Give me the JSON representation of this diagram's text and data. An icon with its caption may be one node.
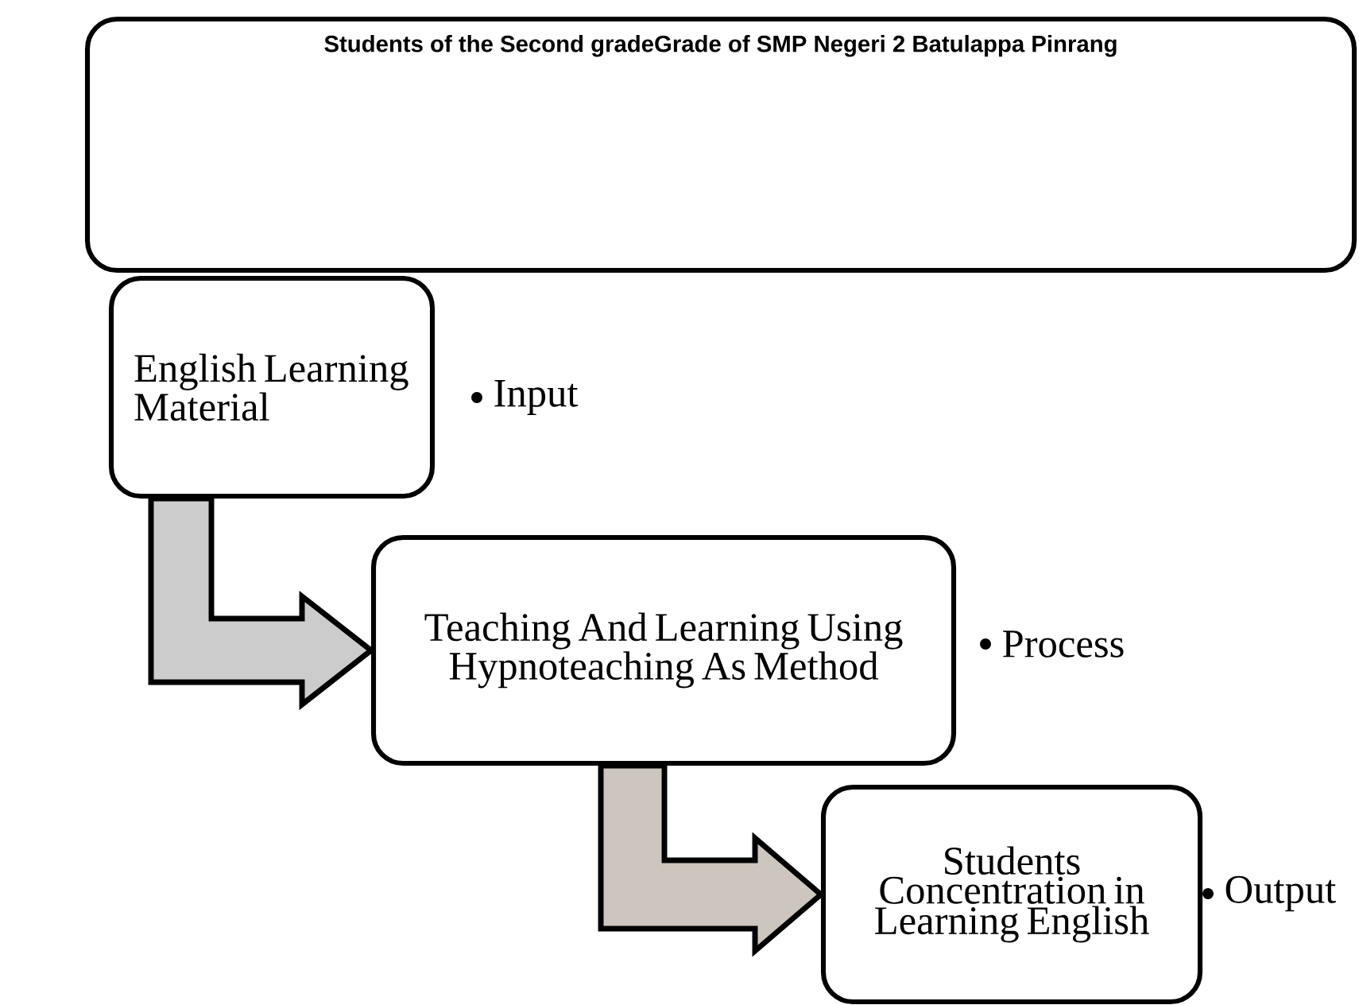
{
  "diagram": {
    "nodes": [
      {
        "text": [
          "Students of the Second gradeGrade of SMP Negeri 2 Batulappa Pinrang"
        ]
      },
      {
        "text": [
          "English Learning Material"
        ],
        "beside": [
          "Input"
        ]
      },
      {
        "text": [
          "Teaching And Learning Using Hypnoteaching As Method"
        ],
        "beside": [
          "Process"
        ]
      },
      {
        "text": [
          "Students Concentration in Learning English"
        ],
        "beside": [
          "Output"
        ]
      }
    ],
    "edges": [
      {
        "from": 1,
        "to": 2,
        "arrow": "to"
      },
      {
        "from": 2,
        "to": 3,
        "arrow": "to"
      }
    ]
  }
}
